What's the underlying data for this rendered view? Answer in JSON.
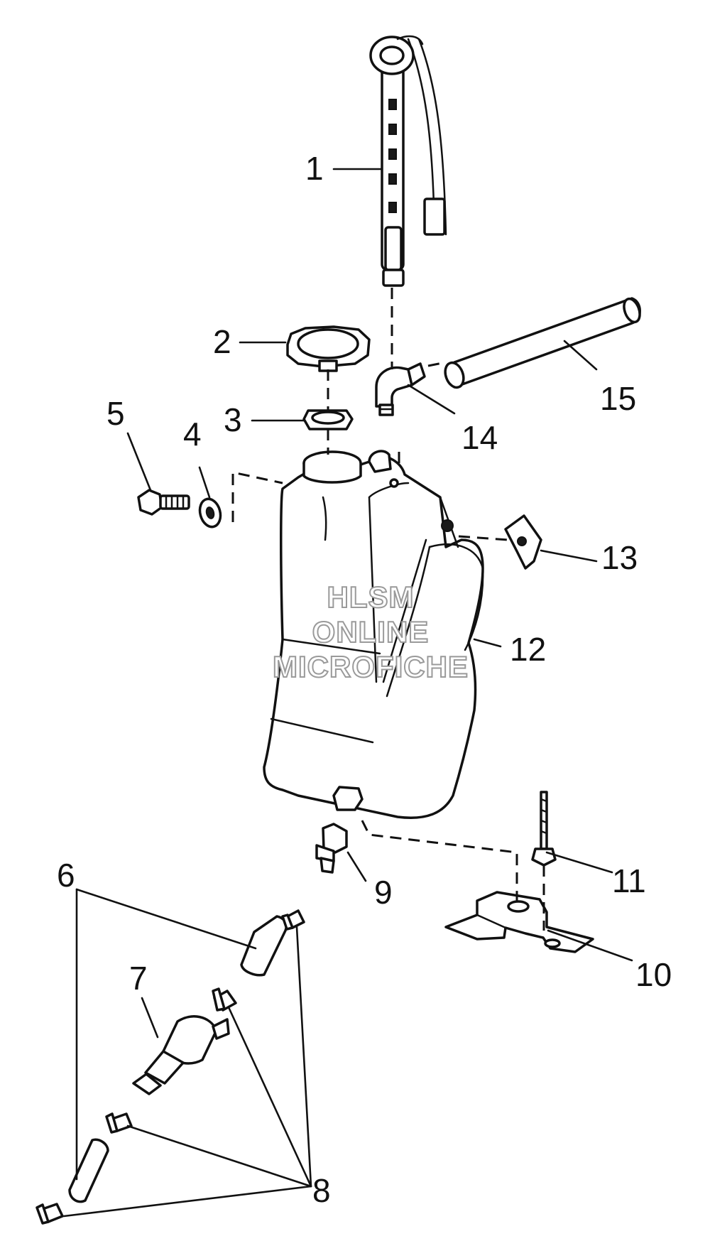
{
  "callouts": [
    {
      "id": "1",
      "label": "1"
    },
    {
      "id": "2",
      "label": "2"
    },
    {
      "id": "3",
      "label": "3"
    },
    {
      "id": "4",
      "label": "4"
    },
    {
      "id": "5",
      "label": "5"
    },
    {
      "id": "6",
      "label": "6"
    },
    {
      "id": "7",
      "label": "7"
    },
    {
      "id": "8",
      "label": "8"
    },
    {
      "id": "9",
      "label": "9"
    },
    {
      "id": "10",
      "label": "10"
    },
    {
      "id": "11",
      "label": "11"
    },
    {
      "id": "12",
      "label": "12"
    },
    {
      "id": "13",
      "label": "13"
    },
    {
      "id": "14",
      "label": "14"
    },
    {
      "id": "15",
      "label": "15"
    }
  ],
  "watermark": {
    "line1": "HLSM",
    "line2": "ONLINE",
    "line3": "MICROFICHE"
  },
  "colors": {
    "line": "#111111",
    "background": "#ffffff",
    "watermark": "#9a9a9a"
  }
}
